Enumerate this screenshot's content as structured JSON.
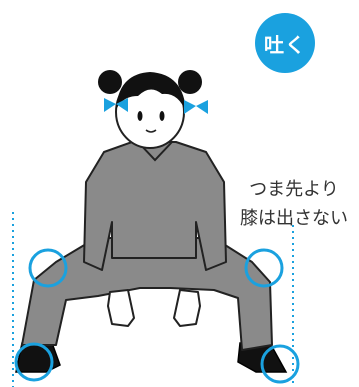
{
  "badge": {
    "label": "吐く",
    "color": "#1aa1df"
  },
  "note": {
    "line1": "つま先より",
    "line2": "膝は出さない"
  },
  "colors": {
    "accent": "#1aa1df",
    "clothing": "#8a8a8a",
    "hair": "#111111"
  }
}
